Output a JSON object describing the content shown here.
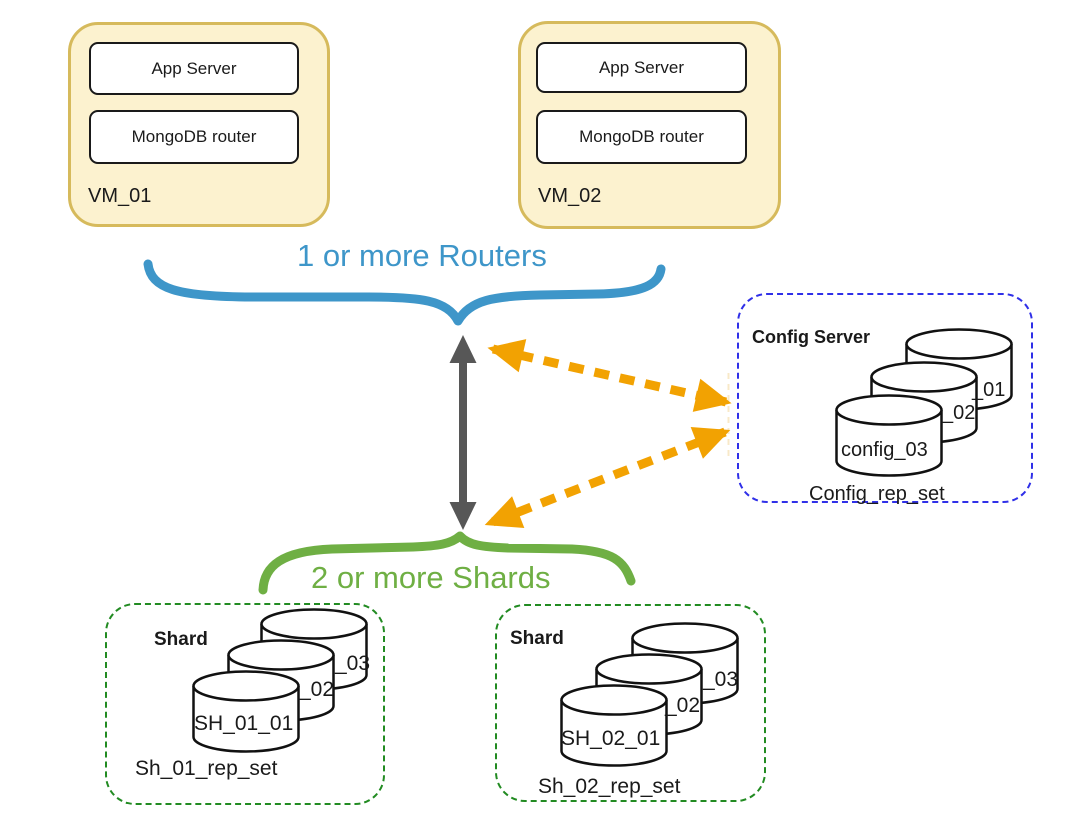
{
  "vms": [
    {
      "label": "VM_01",
      "items": [
        "App Server",
        "MongoDB router"
      ]
    },
    {
      "label": "VM_02",
      "items": [
        "App Server",
        "MongoDB router"
      ]
    }
  ],
  "captions": {
    "routers": "1 or more Routers",
    "shards": "2 or more Shards"
  },
  "config": {
    "title": "Config Server",
    "cylinders": {
      "back": "_01",
      "middle": "_02",
      "front": "config_03"
    },
    "rep_set": "Config_rep_set"
  },
  "shards": [
    {
      "title": "Shard",
      "cylinders": {
        "back": "_03",
        "middle": "_02",
        "front": "SH_01_01"
      },
      "rep_set": "Sh_01_rep_set"
    },
    {
      "title": "Shard",
      "cylinders": {
        "back": "_03",
        "middle": "_02",
        "front": "SH_02_01"
      },
      "rep_set": "Sh_02_rep_set"
    }
  ],
  "colors": {
    "vm_fill": "#FCF2CF",
    "vm_border": "#D6BA5C",
    "router_blue": "#3E96C9",
    "shard_green": "#6FAF44",
    "config_border": "#3030E8",
    "shard_border": "#228B22",
    "arrow_orange": "#F2A202",
    "arrow_gray": "#575757"
  }
}
